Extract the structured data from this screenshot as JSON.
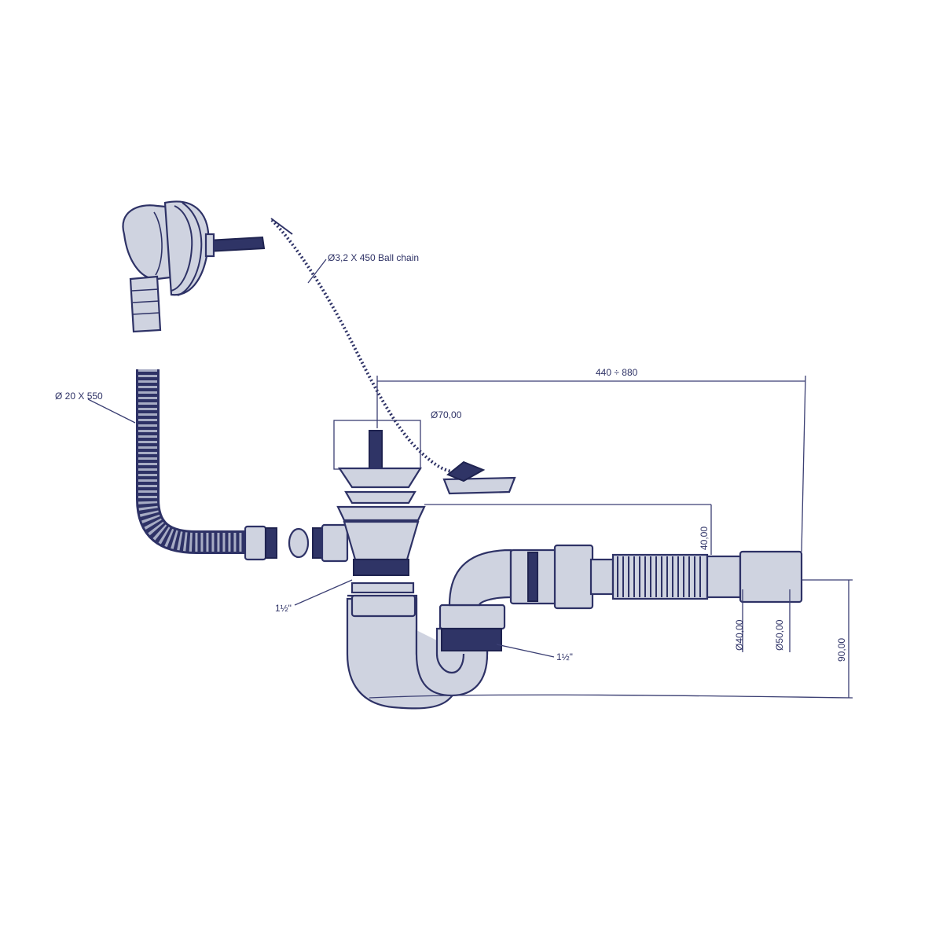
{
  "labels": {
    "ball_chain": "Ø3,2 X 450 Ball chain",
    "overflow_hose": "Ø 20 X 550",
    "waste_diameter": "Ø70,00",
    "length_range": "440 ÷ 880",
    "height_40": "40,00",
    "outlet_inner": "Ø40,00",
    "outlet_outer": "Ø50,00",
    "height_90": "90,00",
    "thread_left": "1½\"",
    "thread_right": "1½\""
  },
  "colors": {
    "ink": "#2e3266",
    "part_fill": "#cfd3e0",
    "band": "#2f3466",
    "background": "#ffffff"
  }
}
